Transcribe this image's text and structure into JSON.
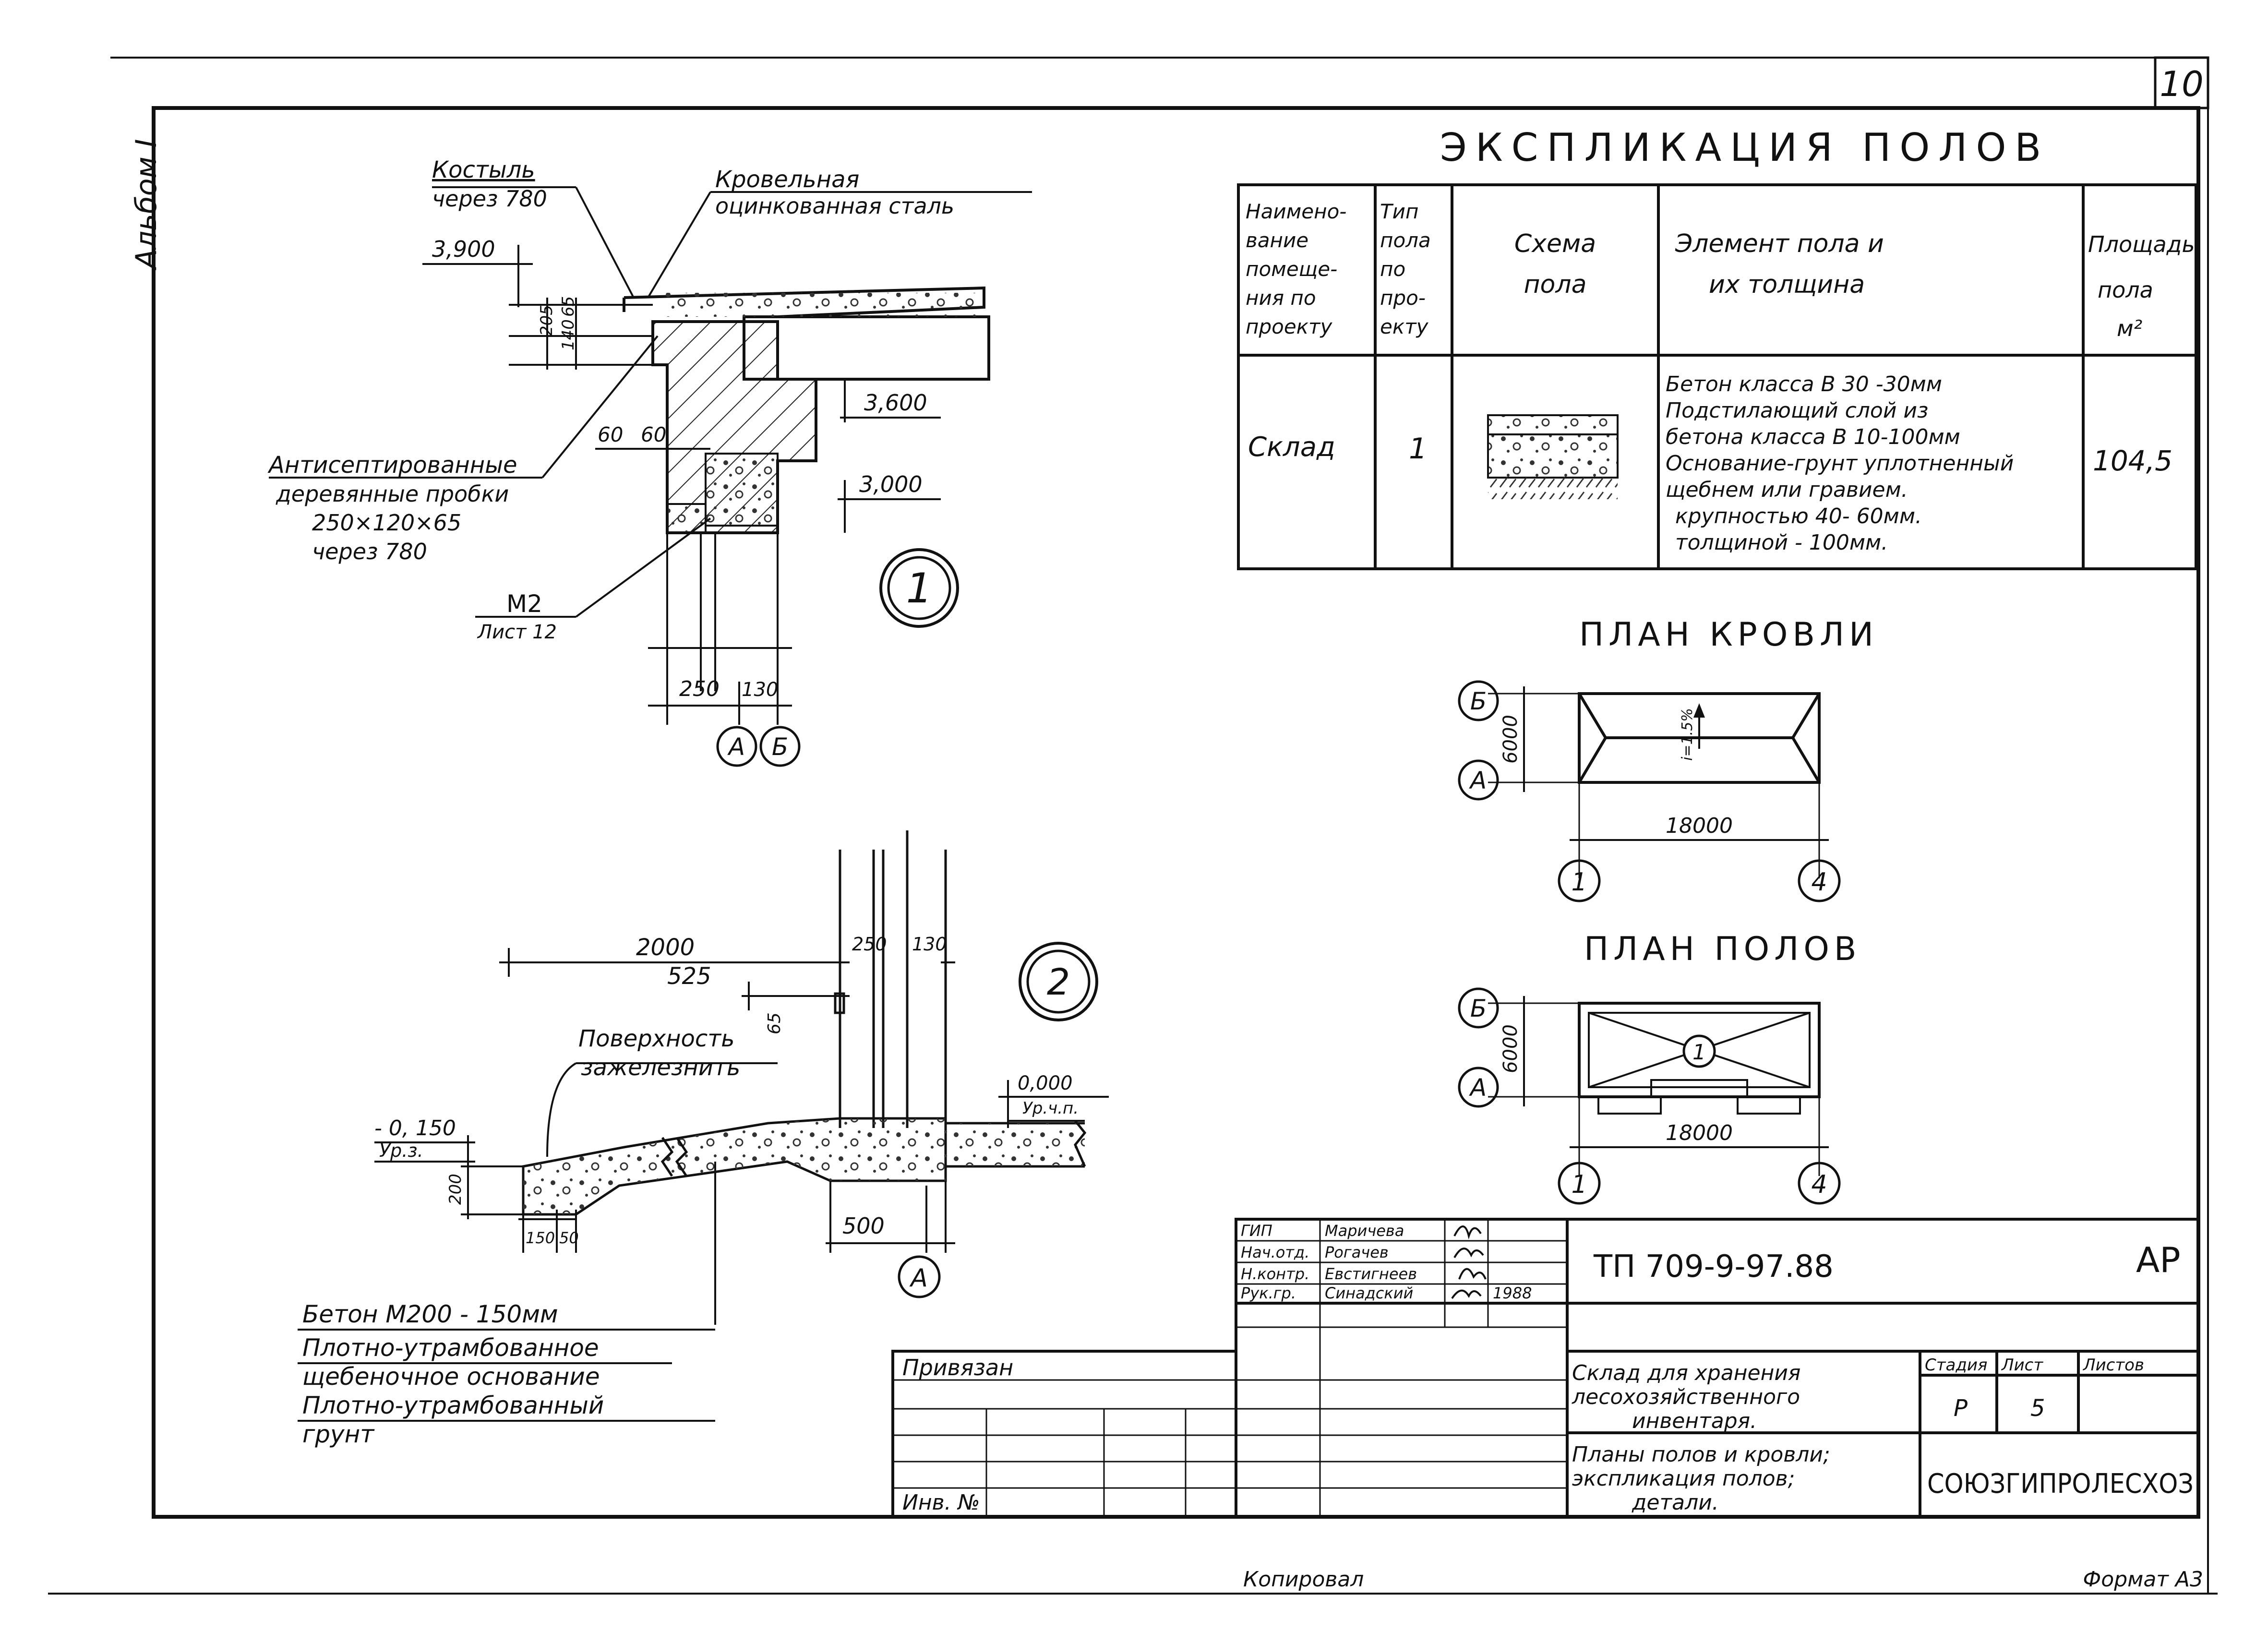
{
  "sheet": {
    "number": "10",
    "album": "Альбом I",
    "format": "Формат А3",
    "copied": "Копировал"
  },
  "explication": {
    "title": "ЭКСПЛИКАЦИЯ ПОЛОВ",
    "headers": {
      "room": [
        "Наимено-",
        "вание",
        "помеще-",
        "ния по",
        "проекту"
      ],
      "type": [
        "Тип",
        "пола",
        "по",
        "про-",
        "екту"
      ],
      "scheme": [
        "Схема",
        "пола"
      ],
      "element": [
        "Элемент пола и",
        "их толщина"
      ],
      "area": [
        "Площадь",
        "пола",
        "м²"
      ]
    },
    "row": {
      "room": "Склад",
      "type": "1",
      "elements": [
        "Бетон класса В 30 -30мм",
        "Подстилающий слой из",
        "бетона класса В 10-100мм",
        "Основание-грунт уплотненный",
        "щебнем или гравием.",
        "крупностью 40- 60мм.",
        "толщиной - 100мм."
      ],
      "area": "104,5"
    }
  },
  "roof_plan": {
    "title": "ПЛАН КРОВЛИ",
    "axis_b": "Б",
    "axis_a": "А",
    "axis_1": "1",
    "axis_4": "4",
    "dim_v": "6000",
    "dim_h": "18000",
    "slope": "i=1.5%"
  },
  "floor_plan": {
    "title": "ПЛАН ПОЛОВ",
    "axis_b": "Б",
    "axis_a": "А",
    "axis_1": "1",
    "axis_4": "4",
    "dim_v": "6000",
    "dim_h": "18000",
    "floor_type": "1"
  },
  "detail1": {
    "marker": "1",
    "kostyl": "Костыль",
    "kostyl_step": "через 780",
    "roof_steel_1": "Кровельная",
    "roof_steel_2": "оцинкованная сталь",
    "elev_3900": "3,900",
    "elev_3600": "3,600",
    "elev_3000": "3,000",
    "dim_205": "205",
    "dim_140": "140",
    "dim_65": "65",
    "dim_60a": "60",
    "dim_60b": "60",
    "dim_250": "250",
    "dim_130": "130",
    "plugs_1": "Антисептированные",
    "plugs_2": "деревянные пробки",
    "plugs_3": "250×120×65",
    "plugs_4": "через 780",
    "m2": "М2",
    "m2_sheet": "Лист 12",
    "axis_a": "А",
    "axis_b": "Б"
  },
  "detail2": {
    "marker": "2",
    "dim_2000": "2000",
    "dim_525": "525",
    "dim_65": "65",
    "dim_250": "250",
    "dim_130": "130",
    "surface_1": "Поверхность",
    "surface_2": "зажелезнить",
    "elev_0000": "0,000",
    "floor_level": "Ур.ч.п.",
    "elev_m0150": "- 0, 150",
    "ground_level": "Ур.з.",
    "dim_200": "200",
    "dim_150": "150",
    "dim_50": "50",
    "dim_500": "500",
    "axis_a": "А",
    "layers": [
      "Бетон М200 - 150мм",
      "Плотно-утрамбованное",
      "щебеночное основание",
      "Плотно-утрамбованный",
      "грунт"
    ]
  },
  "title_block": {
    "code": "ТП 709-9-97.88",
    "mark": "АР",
    "roles": [
      {
        "role": "ГИП",
        "name": "Маричева"
      },
      {
        "role": "Нач.отд.",
        "name": "Рогачев"
      },
      {
        "role": "Н.контр.",
        "name": "Евстигнеев"
      },
      {
        "role": "Рук.гр.",
        "name": "Синадский"
      }
    ],
    "year": "1988",
    "bound": "Привязан",
    "inv": "Инв. №",
    "project_name": [
      "Склад для хранения",
      "лесохозяйственного",
      "инвентаря."
    ],
    "sheet_name": [
      "Планы полов и кровли;",
      "экспликация полов;",
      "детали."
    ],
    "stage_label": "Стадия",
    "sheet_label": "Лист",
    "sheets_label": "Листов",
    "stage": "Р",
    "sheet_no": "5",
    "org": "СОЮЗГИПРОЛЕСХОЗ"
  }
}
